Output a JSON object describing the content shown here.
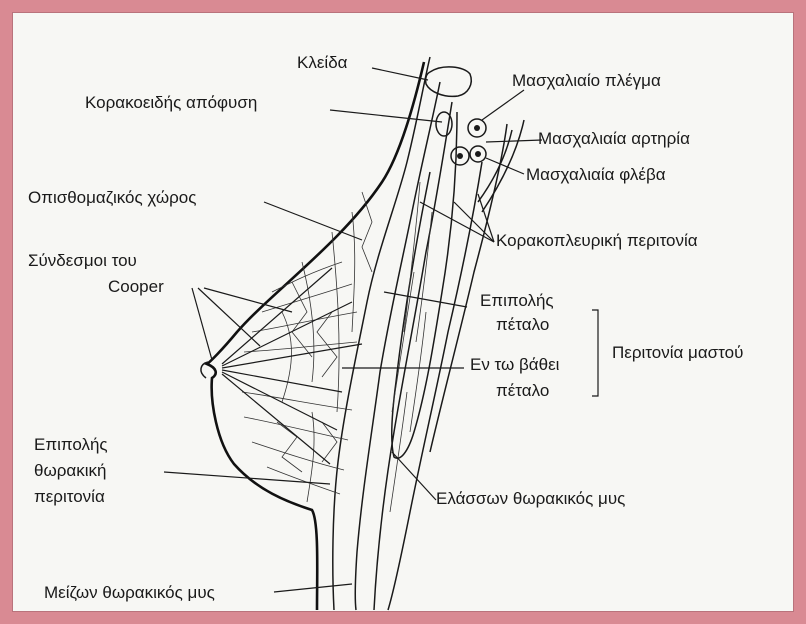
{
  "labels": {
    "kleida": "Κλείδα",
    "korakoeidis": "Κορακοειδής απόφυση",
    "masxaliaio_plegma": "Μασχαλιαίο πλέγμα",
    "masxaliaia_artiria": "Μασχαλιαία αρτηρία",
    "masxaliaia_fleva": "Μασχαλιαία φλέβα",
    "opisthomazikos": "Οπισθομαζικός χώρος",
    "korakopleuriki": "Κορακοπλευρική περιτονία",
    "syndesmoi_line1": "Σύνδεσμοι του",
    "syndesmoi_line2": "Cooper",
    "epipolis_line1": "Επιπολής",
    "epipolis_line2": "πέταλο",
    "peritonia_mastou": "Περιτονία μαστού",
    "en_to_vathei_line1": "Εν τω βάθει",
    "en_to_vathei_line2": "πέταλο",
    "epipolis_thor_line1": "Επιπολής",
    "epipolis_thor_line2": "θωρακική",
    "epipolis_thor_line3": "περιτονία",
    "elasson": "Ελάσσων θωρακικός μυς",
    "meizon": "Μείζων θωρακικός μυς"
  },
  "colors": {
    "frame": "#d98a93",
    "paper": "#f7f7f4",
    "ink": "#1a1a1a"
  }
}
